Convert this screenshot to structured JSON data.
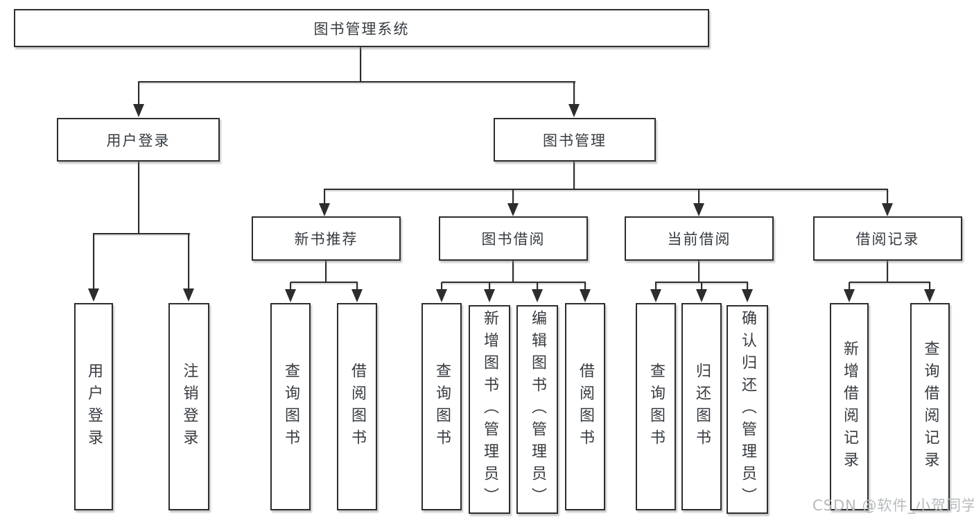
{
  "tree": {
    "root": "图书管理系统",
    "user_login": {
      "label": "用户登录",
      "children": {
        "login": "用户登录",
        "logout": "注销登录"
      }
    },
    "book_mgmt": {
      "label": "图书管理"
    },
    "new_books": {
      "label": "新书推荐",
      "children": {
        "query": "查询图书",
        "borrow": "借阅图书"
      }
    },
    "borrowing": {
      "label": "图书借阅",
      "children": {
        "query": "查询图书",
        "add": "新增图书（管理员）",
        "edit": "编辑图书（管理员）",
        "borrow": "借阅图书"
      }
    },
    "current": {
      "label": "当前借阅",
      "children": {
        "query": "查询图书",
        "return": "归还图书",
        "confirm": "确认归还（管理员）"
      }
    },
    "records": {
      "label": "借阅记录",
      "children": {
        "add": "新增借阅记录",
        "query": "查询借阅记录"
      }
    }
  },
  "watermark": "CSDN @软件_小贺同学",
  "colors": {
    "line": "#2d2d2d",
    "text": "#363b40",
    "watermark": "#b6babd",
    "background": "#ffffff"
  }
}
